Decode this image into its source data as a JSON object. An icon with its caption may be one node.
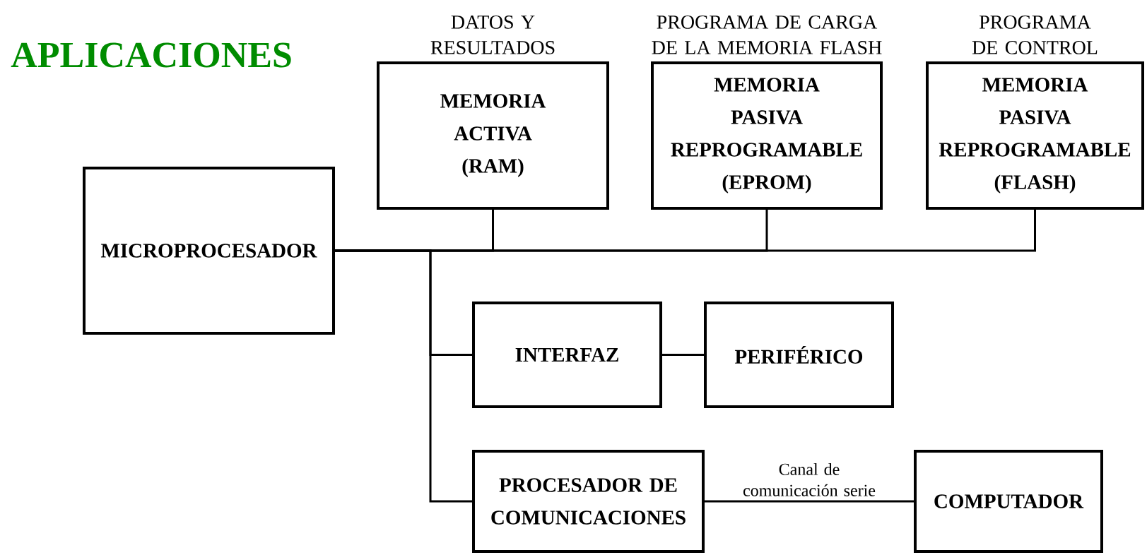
{
  "diagram": {
    "title": "APLICACIONES",
    "nodes": [
      {
        "text": [
          "MICROPROCESADOR"
        ]
      },
      {
        "text": [
          "MEMORIA ACTIVA (RAM)"
        ],
        "beside": [
          "DATOS Y RESULTADOS"
        ]
      },
      {
        "text": [
          "MEMORIA PASIVA REPROGRAMABLE (EPROM)"
        ],
        "beside": [
          "PROGRAMA DE CARGA DE LA MEMORIA FLASH"
        ]
      },
      {
        "text": [
          "MEMORIA PASIVA REPROGRAMABLE (FLASH)"
        ],
        "beside": [
          "PROGRAMA DE CONTROL"
        ]
      },
      {
        "text": [
          "INTERFAZ"
        ]
      },
      {
        "text": [
          "PERIFÉRICO"
        ]
      },
      {
        "text": [
          "PROCESADOR DE COMUNICACIONES"
        ]
      },
      {
        "text": [
          "COMPUTADOR"
        ]
      }
    ],
    "edges": [
      {
        "from": 0,
        "to": 1,
        "arrow": "none"
      },
      {
        "from": 0,
        "to": 2,
        "arrow": "none"
      },
      {
        "from": 0,
        "to": 3,
        "arrow": "none"
      },
      {
        "from": 0,
        "to": 4,
        "arrow": "none"
      },
      {
        "from": 0,
        "to": 6,
        "arrow": "none"
      },
      {
        "from": 4,
        "to": 5,
        "arrow": "none"
      },
      {
        "from": 6,
        "to": 7,
        "label": "Canal de comunicación serie",
        "arrow": "none"
      }
    ]
  }
}
